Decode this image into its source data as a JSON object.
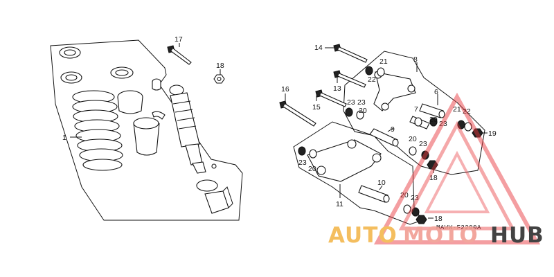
{
  "callouts": [
    {
      "label": "1"
    },
    {
      "label": "17"
    },
    {
      "label": "18"
    },
    {
      "label": "14"
    },
    {
      "label": "8"
    },
    {
      "label": "21"
    },
    {
      "label": "22"
    },
    {
      "label": "13"
    },
    {
      "label": "16"
    },
    {
      "label": "23"
    },
    {
      "label": "23"
    },
    {
      "label": "15"
    },
    {
      "label": "20"
    },
    {
      "label": "9"
    },
    {
      "label": "6"
    },
    {
      "label": "7"
    },
    {
      "label": "21"
    },
    {
      "label": "22"
    },
    {
      "label": "20"
    },
    {
      "label": "23"
    },
    {
      "label": "19"
    },
    {
      "label": "20"
    },
    {
      "label": "23"
    },
    {
      "label": "23"
    },
    {
      "label": "20"
    },
    {
      "label": "18"
    },
    {
      "label": "10"
    },
    {
      "label": "11"
    },
    {
      "label": "20"
    },
    {
      "label": "23"
    },
    {
      "label": "18"
    }
  ],
  "drawing_code": "MAWW-F2200A",
  "watermark": {
    "part1": "AUTO",
    "part2": "MOTO",
    "part3": "HUB"
  },
  "colors": {
    "line": "#111111",
    "background": "#ffffff",
    "watermark_orange": "#f3b64a",
    "watermark_pink": "#f19a90",
    "watermark_red": "#e8373c",
    "watermark_dark": "#2a2a2a"
  }
}
